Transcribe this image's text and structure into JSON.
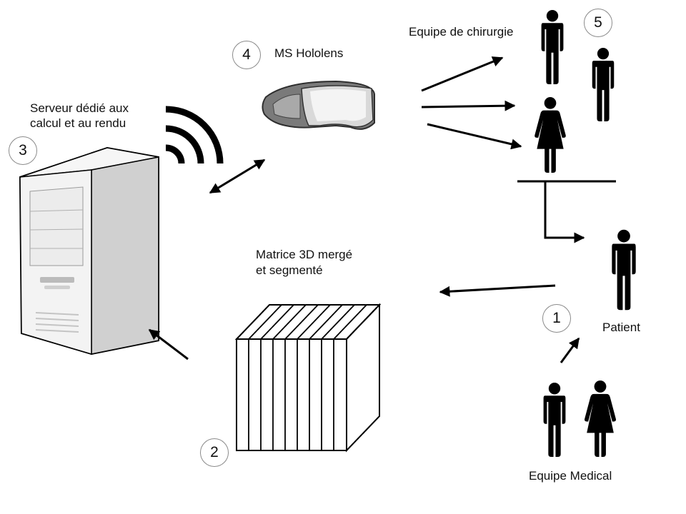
{
  "labels": {
    "surgery_team": "Equipe de chirurgie",
    "hololens": "MS Hololens",
    "server_line1": "Serveur dédié aux",
    "server_line2": "calcul et au rendu",
    "matrix_line1": "Matrice 3D mergé",
    "matrix_line2": "et segmenté",
    "patient": "Patient",
    "medical_team": "Equipe Medical"
  },
  "steps": [
    "1",
    "2",
    "3",
    "4",
    "5"
  ],
  "colors": {
    "ink": "#000000",
    "badge_border": "#8a8a8a",
    "server_body": "#f2f2f2",
    "server_shade": "#c9c9c9",
    "headset_frame": "#6e6e6e"
  },
  "icons": [
    "server-tower-icon",
    "wifi-signal-icon",
    "vr-headset-icon",
    "data-cube-icon",
    "man-icon",
    "woman-icon",
    "arrow-icon"
  ]
}
